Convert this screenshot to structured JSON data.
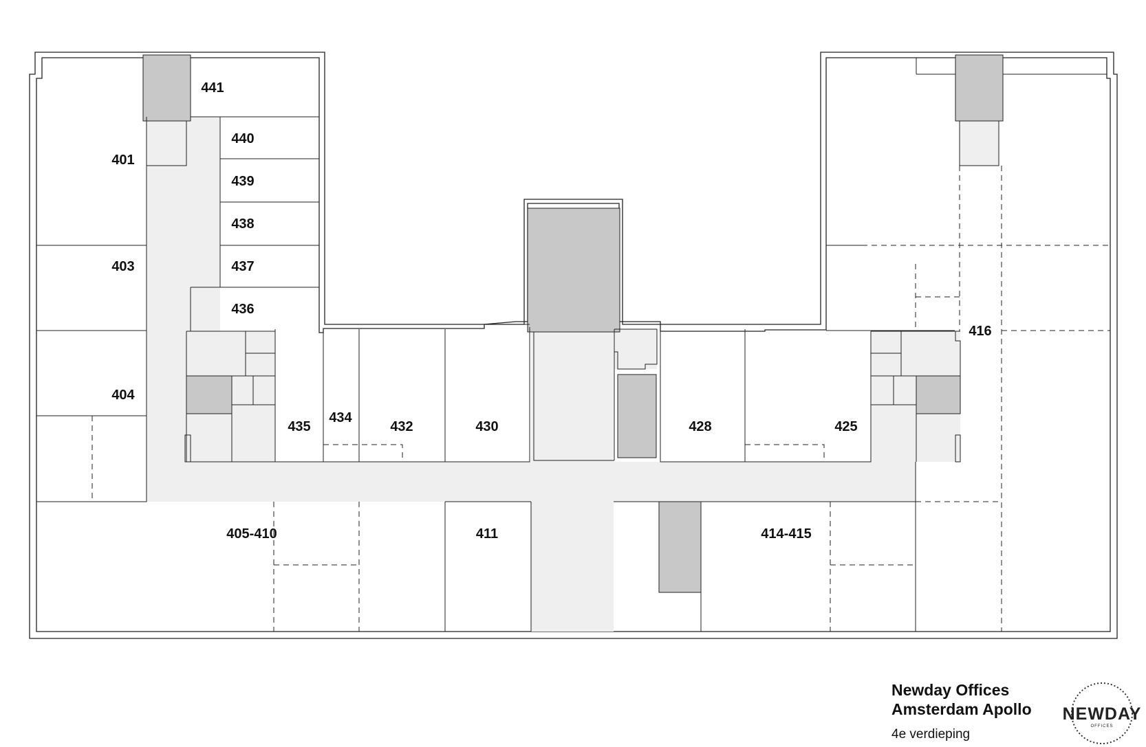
{
  "floorplan": {
    "rooms": [
      {
        "id": "r401",
        "label": "401"
      },
      {
        "id": "r403",
        "label": "403"
      },
      {
        "id": "r404",
        "label": "404"
      },
      {
        "id": "r405",
        "label": "405-410"
      },
      {
        "id": "r411",
        "label": "411"
      },
      {
        "id": "r414",
        "label": "414-415"
      },
      {
        "id": "r416",
        "label": "416"
      },
      {
        "id": "r425",
        "label": "425"
      },
      {
        "id": "r428",
        "label": "428"
      },
      {
        "id": "r430",
        "label": "430"
      },
      {
        "id": "r432",
        "label": "432"
      },
      {
        "id": "r434",
        "label": "434"
      },
      {
        "id": "r435",
        "label": "435"
      },
      {
        "id": "r436",
        "label": "436"
      },
      {
        "id": "r437",
        "label": "437"
      },
      {
        "id": "r438",
        "label": "438"
      },
      {
        "id": "r439",
        "label": "439"
      },
      {
        "id": "r440",
        "label": "440"
      },
      {
        "id": "r441",
        "label": "441"
      }
    ]
  },
  "caption": {
    "line1": "Newday Offices",
    "line2": "Amsterdam Apollo",
    "floor": "4e verdieping"
  },
  "logo": {
    "name": "NEWDAY",
    "subtitle": "OFFICES",
    "icon": "newday-logo-icon"
  },
  "colors": {
    "wall": "#222222",
    "corridor": "#efefef",
    "core": "#c8c8c8",
    "background": "#ffffff"
  }
}
